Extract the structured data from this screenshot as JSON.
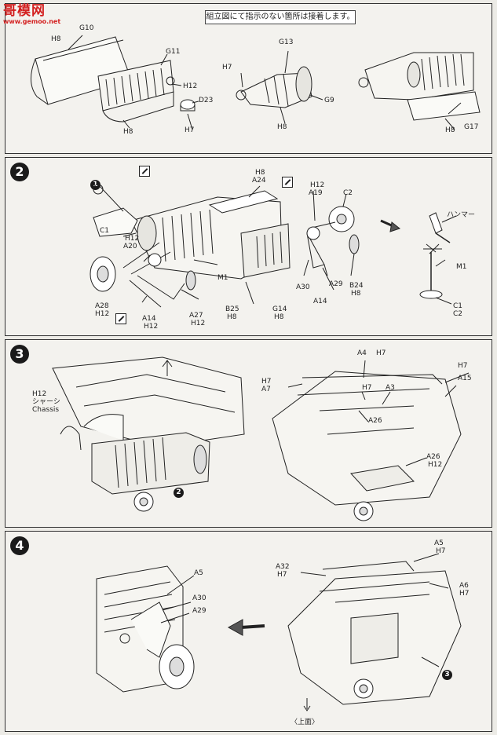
{
  "watermark": {
    "site_cn": "哥模网",
    "url": "www.gemoo.net"
  },
  "step1": {
    "note": "組立図にて指示のない箇所は接着します。",
    "labels": {
      "g10": "G10",
      "h8a": "H8",
      "g11": "G11",
      "h12a": "H12",
      "d23": "D23",
      "h7a": "H7",
      "h8b": "H8",
      "g13": "G13",
      "h7b": "H7",
      "g9": "G9",
      "h8c": "H8",
      "h8d": "H8",
      "g17": "G17"
    }
  },
  "step2": {
    "number": "2",
    "ref1": "1",
    "labels": {
      "h8": "H8",
      "a24": "A24",
      "h12a": "H12",
      "a19": "A19",
      "c2": "C2",
      "hammer": "ハンマー",
      "c1": "C1",
      "h12b": "H12",
      "a20": "A20",
      "m1": "M1",
      "a30": "A30",
      "a29": "A29",
      "b24": "B24",
      "h8b": "H8",
      "m1b": "M1",
      "a28": "A28",
      "h12c": "H12",
      "a14": "A14",
      "h12d": "H12",
      "a27": "A27",
      "h12e": "H12",
      "b25": "B25",
      "h8c": "H8",
      "g14": "G14",
      "h8d": "H8",
      "a14b": "A14",
      "c1b": "C1",
      "c2b": "C2"
    }
  },
  "step3": {
    "number": "3",
    "ref2": "2",
    "labels": {
      "a4": "A4",
      "h7a": "H7",
      "h7b": "H7",
      "a7": "A7",
      "h7c": "H7",
      "a3": "A3",
      "h7d": "H7",
      "a15": "A15",
      "h12": "H12",
      "chassis_jp": "シャーシ",
      "chassis_en": "Chassis",
      "a26": "A26",
      "a26b": "A26",
      "h12b": "H12"
    }
  },
  "step4": {
    "number": "4",
    "ref3": "3",
    "labels": {
      "a5": "A5",
      "h7a": "H7",
      "a32": "A32",
      "h7b": "H7",
      "a6": "A6",
      "h7c": "H7",
      "a5b": "A5",
      "a30": "A30",
      "a29": "A29"
    },
    "bottom_note": "〈上面〉"
  }
}
